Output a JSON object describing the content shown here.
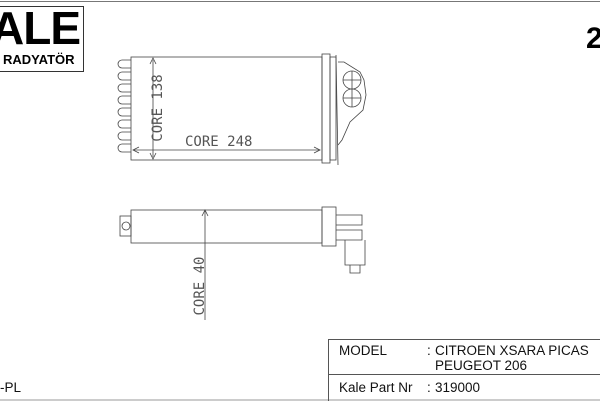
{
  "logo": {
    "brand": "ALE",
    "subtitle": "RADYATÖR"
  },
  "sheet_number": "2",
  "dimensions": {
    "core_height": "CORE 138",
    "core_width": "CORE 248",
    "core_depth": "CORE 40"
  },
  "left_footer": "-PL",
  "info_table": {
    "model_label": "MODEL",
    "model_sep": ":",
    "model_line1": "CITROEN XSARA PICAS",
    "model_line2": "PEUGEOT 206",
    "part_label": "Kale Part Nr",
    "part_sep": ":",
    "part_value": "319000"
  }
}
